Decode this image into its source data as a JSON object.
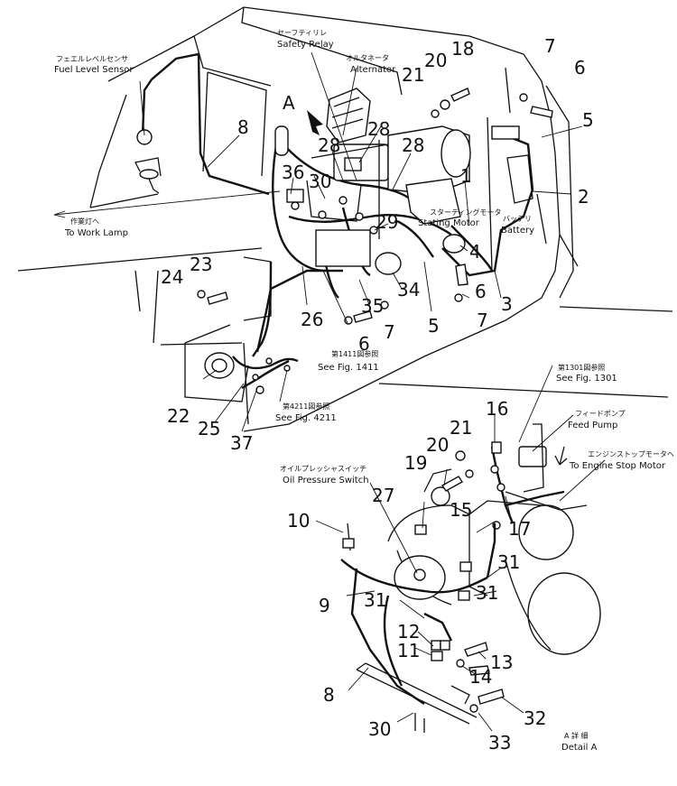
{
  "labels": {
    "safety_relay_jp": "セーフティリレ",
    "safety_relay": "Safety Relay",
    "alternator_jp": "オルタネータ",
    "alternator": "Alternator",
    "fuel_level_jp": "フェエルレベルセンサ",
    "fuel_level": "Fuel Level Sensor",
    "work_lamp_jp": "作業灯へ",
    "work_lamp": "To Work Lamp",
    "starting_motor_jp": "スターティングモータ",
    "starting_motor": "Stating Motor",
    "battery_jp": "バッテリ",
    "battery": "Battery",
    "fig1411_jp": "第1411図参照",
    "fig1411": "See Fig. 1411",
    "fig4211_jp": "第4211図参照",
    "fig4211": "See Fig. 4211",
    "fig1301_jp": "第1301図参照",
    "fig1301": "See Fig. 1301",
    "feed_pump_jp": "フィードポンプ",
    "feed_pump": "Feed Pump",
    "stop_motor_jp": "エンジンストップモータへ",
    "stop_motor": "To Engine Stop Motor",
    "oil_pressure_jp": "オイルプレッシャスイッチ",
    "oil_pressure": "Oil Pressure Switch",
    "detail_jp": "A 詳 細",
    "detail": "Detail A",
    "view_a": "A"
  },
  "callouts": {
    "n1": "1",
    "n2": "2",
    "n3": "3",
    "n4": "4",
    "n5a": "5",
    "n5b": "5",
    "n6a": "6",
    "n6b": "6",
    "n6c": "6",
    "n7a": "7",
    "n7b": "7",
    "n7c": "7",
    "n8a": "8",
    "n8b": "8",
    "n9": "9",
    "n10": "10",
    "n11": "11",
    "n12": "12",
    "n13": "13",
    "n14": "14",
    "n15": "15",
    "n16": "16",
    "n17": "17",
    "n18": "18",
    "n19": "19",
    "n20a": "20",
    "n20b": "20",
    "n21a": "21",
    "n21b": "21",
    "n22": "22",
    "n23": "23",
    "n24": "24",
    "n25": "25",
    "n26": "26",
    "n27": "27",
    "n28a": "28",
    "n28b": "28",
    "n28c": "28",
    "n29": "29",
    "n30a": "30",
    "n30b": "30",
    "n31a": "31",
    "n31b": "31",
    "n31c": "31",
    "n32": "32",
    "n33": "33",
    "n34": "34",
    "n35": "35",
    "n36": "36",
    "n37": "37"
  }
}
